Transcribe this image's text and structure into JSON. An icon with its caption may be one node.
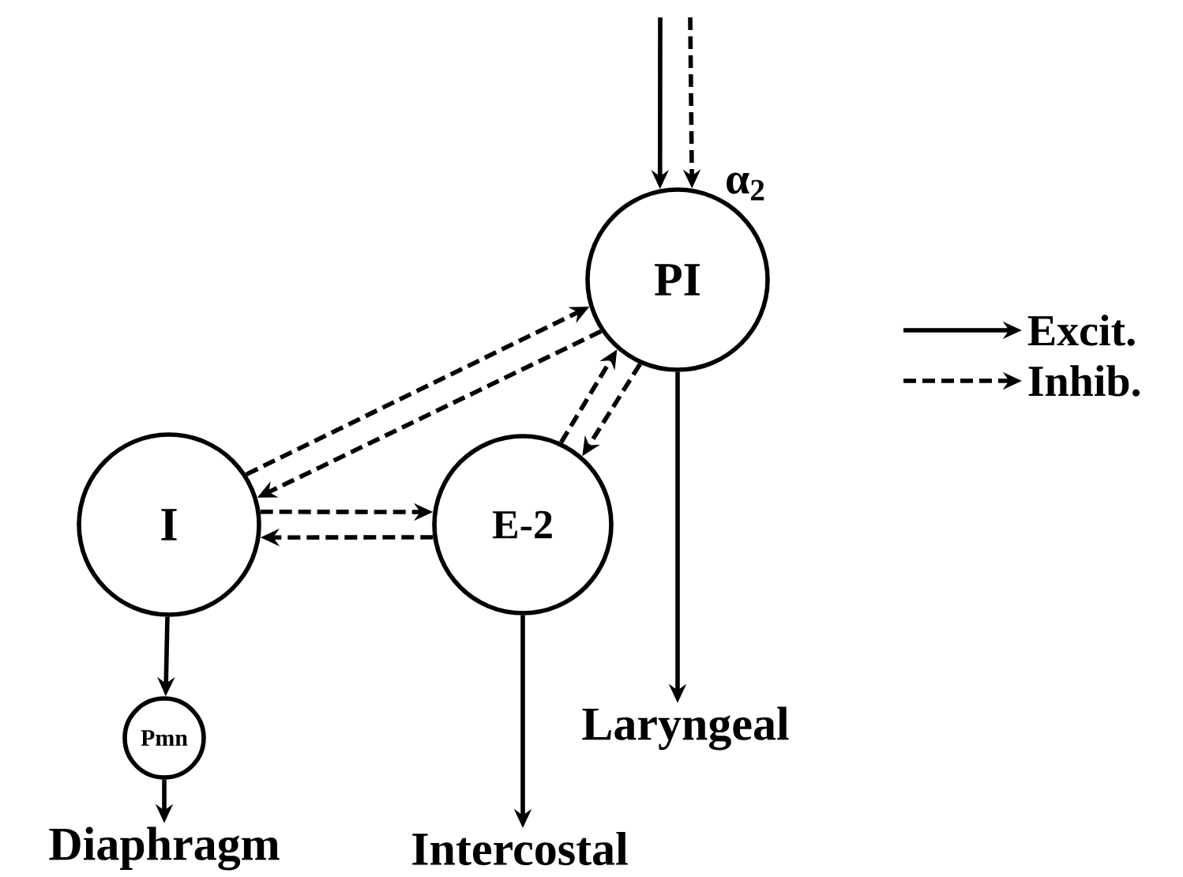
{
  "diagram": {
    "nodes": [
      {
        "text": [
          "PI"
        ]
      },
      {
        "text": [
          "I"
        ]
      },
      {
        "text": [
          "E-2"
        ]
      },
      {
        "text": [
          "Pmn"
        ]
      },
      {
        "text": [
          "Diaphragm"
        ]
      },
      {
        "text": [
          "Intercostal"
        ]
      },
      {
        "text": [
          "Laryngeal"
        ]
      }
    ],
    "edges": [
      {
        "from": null,
        "to": 0,
        "arrow": "to"
      },
      {
        "from": null,
        "to": 0,
        "arrow": "to",
        "style": "dashed",
        "label": "α$_{2}$"
      },
      {
        "from": 0,
        "to": 1,
        "arrow": "to",
        "style": "dashed"
      },
      {
        "from": 1,
        "to": 0,
        "arrow": "to",
        "style": "dashed"
      },
      {
        "from": 1,
        "to": 2,
        "arrow": "to",
        "style": "dashed"
      },
      {
        "from": 2,
        "to": 1,
        "arrow": "to",
        "style": "dashed"
      },
      {
        "from": 0,
        "to": 2,
        "arrow": "to",
        "style": "dashed"
      },
      {
        "from": 2,
        "to": 0,
        "arrow": "to",
        "style": "dashed"
      },
      {
        "from": 1,
        "to": 3,
        "arrow": "to"
      },
      {
        "from": 3,
        "to": 4,
        "arrow": "to"
      },
      {
        "from": 2,
        "to": 5,
        "arrow": "to"
      },
      {
        "from": 0,
        "to": 6,
        "arrow": "to"
      }
    ],
    "legend": [
      {
        "text": "Excit."
      },
      {
        "text": "Inhib."
      }
    ]
  }
}
